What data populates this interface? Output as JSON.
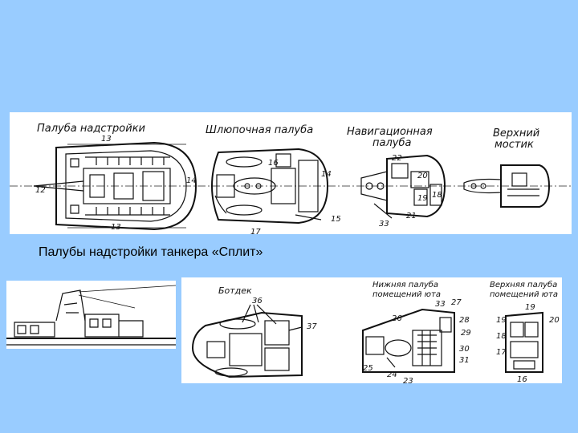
{
  "caption": "Палубы надстройки танкера «Сплит»",
  "top_labels": {
    "superstructure_deck": "Палуба надстройки",
    "boat_deck": "Шлюпочная палуба",
    "nav_deck_line1": "Навигационная",
    "nav_deck_line2": "палуба",
    "upper_bridge_line1": "Верхний",
    "upper_bridge_line2": "мостик"
  },
  "bottom_labels": {
    "boat_deck": "Ботдек",
    "lower_aft_line1": "Нижняя палуба",
    "lower_aft_line2": "помещений юта",
    "upper_aft_line1": "Верхняя палуба",
    "upper_aft_line2": "помещений юта"
  },
  "top_numbers": {
    "n13a": "13",
    "n13b": "13",
    "n12": "12",
    "n14a": "14",
    "n16": "16",
    "n14b": "14",
    "n15": "15",
    "n17": "17",
    "n22": "22",
    "n20": "20",
    "n19": "19",
    "n18": "18",
    "n21": "21",
    "n33": "33"
  },
  "bottom_numbers": {
    "n36": "36",
    "n37": "37",
    "n26": "26",
    "n33": "33",
    "n27": "27",
    "n28": "28",
    "n29": "29",
    "n30": "30",
    "n31": "31",
    "n25": "25",
    "n24": "24",
    "n23": "23",
    "n19a": "19",
    "n19b": "19",
    "n18": "18",
    "n17": "17",
    "n16": "16",
    "n20": "20"
  }
}
